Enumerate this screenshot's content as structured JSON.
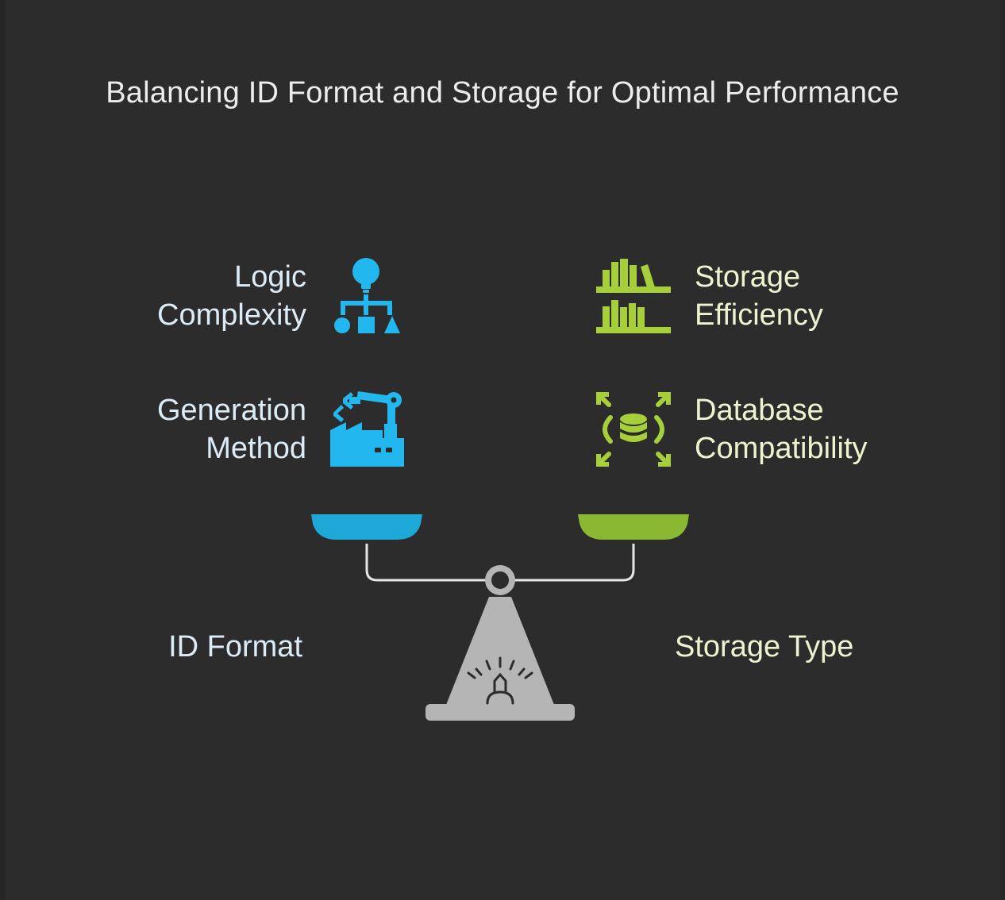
{
  "title": "Balancing ID Format and Storage for Optimal Performance",
  "left": {
    "group_label": "ID Format",
    "color": "#1ea8d8",
    "icon_color": "#22b7ee",
    "factors": [
      {
        "line1": "Logic",
        "line2": "Complexity",
        "icon": "lightbulb-flowchart-icon"
      },
      {
        "line1": "Generation",
        "line2": "Method",
        "icon": "robotic-arm-factory-icon"
      }
    ]
  },
  "right": {
    "group_label": "Storage Type",
    "color": "#8ab833",
    "icon_color": "#a6cf3a",
    "factors": [
      {
        "line1": "Storage",
        "line2": "Efficiency",
        "icon": "books-shelf-icon"
      },
      {
        "line1": "Database",
        "line2": "Compatibility",
        "icon": "database-arrows-icon"
      }
    ]
  },
  "scale": {
    "icon": "balance-scale-icon",
    "color": "#b5b5b5",
    "beam_color": "#e6e6e6"
  }
}
